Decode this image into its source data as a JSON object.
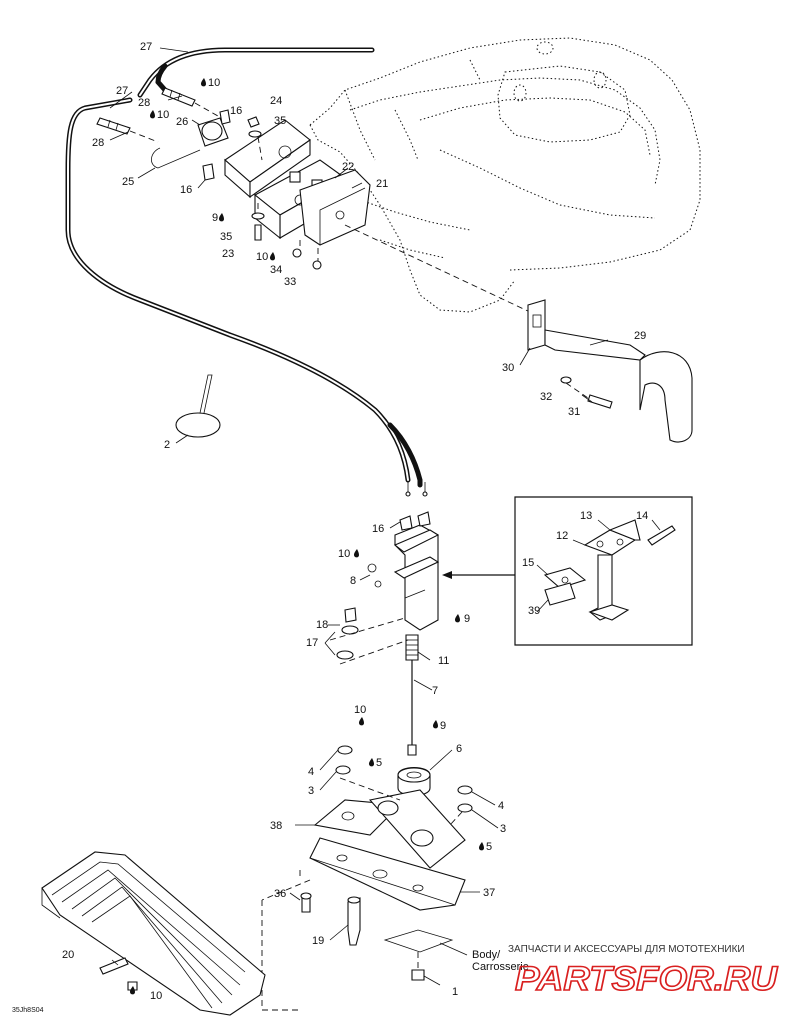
{
  "diagram": {
    "body_label": "Body/",
    "body_label_fr": "Carrosserie",
    "drawing_code": "35Jh8S04",
    "watermark_text": "ЗАПЧАСТИ И АКСЕССУАРЫ ДЛЯ МОТОТЕХНИКИ",
    "watermark_logo": "PARTSFOR.RU",
    "callouts": [
      {
        "id": "c27a",
        "text": "27"
      },
      {
        "id": "c10a",
        "text": "10"
      },
      {
        "id": "c27b",
        "text": "27"
      },
      {
        "id": "c28a",
        "text": "28"
      },
      {
        "id": "c10b",
        "text": "10"
      },
      {
        "id": "c16a",
        "text": "16"
      },
      {
        "id": "c24",
        "text": "24"
      },
      {
        "id": "c26",
        "text": "26"
      },
      {
        "id": "c35a",
        "text": "35"
      },
      {
        "id": "c28b",
        "text": "28"
      },
      {
        "id": "c25",
        "text": "25"
      },
      {
        "id": "c16b",
        "text": "16"
      },
      {
        "id": "c22",
        "text": "22"
      },
      {
        "id": "c21",
        "text": "21"
      },
      {
        "id": "c9a",
        "text": "9"
      },
      {
        "id": "c35b",
        "text": "35"
      },
      {
        "id": "c23",
        "text": "23"
      },
      {
        "id": "c10c",
        "text": "10"
      },
      {
        "id": "c34",
        "text": "34"
      },
      {
        "id": "c33",
        "text": "33"
      },
      {
        "id": "c29",
        "text": "29"
      },
      {
        "id": "c30",
        "text": "30"
      },
      {
        "id": "c32",
        "text": "32"
      },
      {
        "id": "c31",
        "text": "31"
      },
      {
        "id": "c2",
        "text": "2"
      },
      {
        "id": "c16c",
        "text": "16"
      },
      {
        "id": "c13",
        "text": "13"
      },
      {
        "id": "c14",
        "text": "14"
      },
      {
        "id": "c12",
        "text": "12"
      },
      {
        "id": "c10d",
        "text": "10"
      },
      {
        "id": "c8",
        "text": "8"
      },
      {
        "id": "c15",
        "text": "15"
      },
      {
        "id": "c39",
        "text": "39"
      },
      {
        "id": "c9b",
        "text": "9"
      },
      {
        "id": "c18",
        "text": "18"
      },
      {
        "id": "c17",
        "text": "17"
      },
      {
        "id": "c11",
        "text": "11"
      },
      {
        "id": "c7",
        "text": "7"
      },
      {
        "id": "c10e",
        "text": "10"
      },
      {
        "id": "c9c",
        "text": "9"
      },
      {
        "id": "c6",
        "text": "6"
      },
      {
        "id": "c5a",
        "text": "5"
      },
      {
        "id": "c4a",
        "text": "4"
      },
      {
        "id": "c3a",
        "text": "3"
      },
      {
        "id": "c4b",
        "text": "4"
      },
      {
        "id": "c38",
        "text": "38"
      },
      {
        "id": "c3b",
        "text": "3"
      },
      {
        "id": "c5b",
        "text": "5"
      },
      {
        "id": "c36",
        "text": "36"
      },
      {
        "id": "c37",
        "text": "37"
      },
      {
        "id": "c19",
        "text": "19"
      },
      {
        "id": "c20",
        "text": "20"
      },
      {
        "id": "c10f",
        "text": "10"
      },
      {
        "id": "c1",
        "text": "1"
      }
    ]
  }
}
